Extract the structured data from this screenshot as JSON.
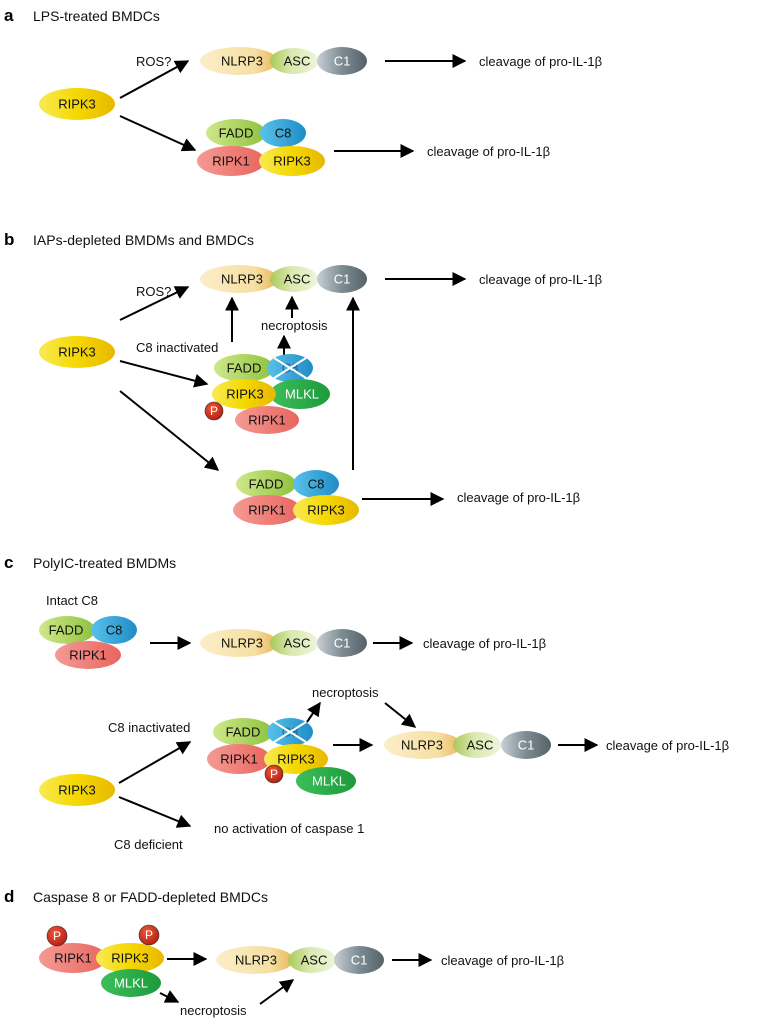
{
  "panels": {
    "a": {
      "letter": "a",
      "title": "LPS-treated BMDCs"
    },
    "b": {
      "letter": "b",
      "title": "IAPs-depleted BMDMs and BMDCs"
    },
    "c": {
      "letter": "c",
      "title": "PolyIC-treated BMDMs"
    },
    "d": {
      "letter": "d",
      "title": "Caspase 8 or FADD-depleted BMDCs"
    }
  },
  "proteins": {
    "ripk3": "RIPK3",
    "ripk1": "RIPK1",
    "nlrp3": "NLRP3",
    "asc": "ASC",
    "c1": "C1",
    "c8": "C8",
    "fadd": "FADD",
    "mlkl": "MLKL",
    "phospho": "P"
  },
  "labels": {
    "ros": "ROS?",
    "cleavage": "cleavage of pro-IL-1β",
    "c8_inactivated": "C8 inactivated",
    "necroptosis": "necroptosis",
    "intact_c8": "Intact C8",
    "c8_deficient": "C8 deficient",
    "no_activation": "no activation of caspase 1"
  },
  "colors": {
    "ripk3": "#f3d400",
    "ripk1": "#ee7c76",
    "fadd": "#a6cf4a",
    "c8": "#2f9fd6",
    "mlkl": "#27a847",
    "nlrp3": "#f6dfa2",
    "asc": "#d6e6a6",
    "c1": "#6c7a82",
    "phospho": "#cc2a1a"
  }
}
